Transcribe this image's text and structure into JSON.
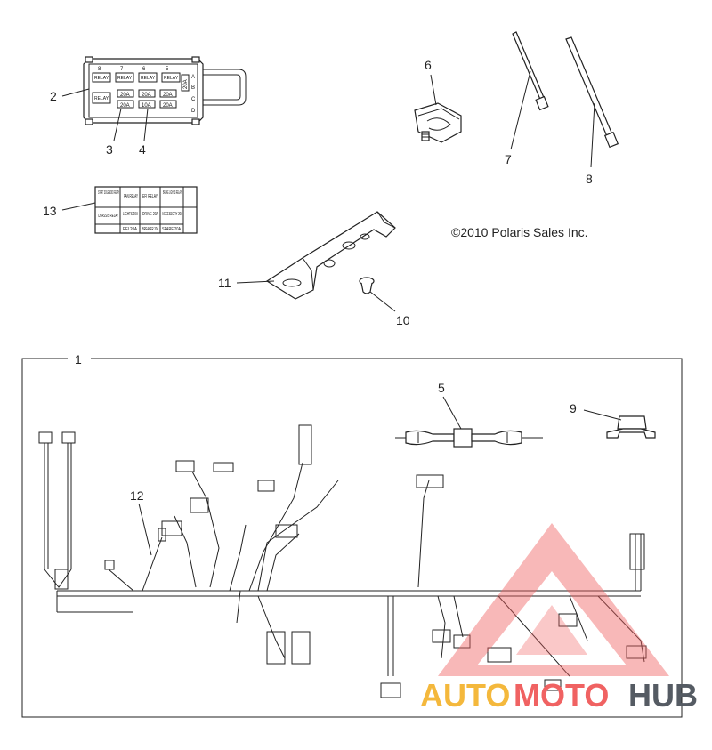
{
  "callouts": {
    "c1": "1",
    "c2": "2",
    "c3": "3",
    "c4": "4",
    "c5": "5",
    "c6": "6",
    "c7": "7",
    "c8": "8",
    "c9": "9",
    "c10": "10",
    "c11": "11",
    "c12": "12",
    "c13": "13"
  },
  "copyright": "©2010 Polaris Sales Inc.",
  "fuse_box": {
    "column_numbers": [
      "8",
      "7",
      "6",
      "5"
    ],
    "row_letters": [
      "A",
      "B",
      "C",
      "D"
    ],
    "relay_label": "RELAY",
    "fuse_labels": [
      "20A",
      "20A",
      "20A",
      "20A",
      "10A",
      "20A",
      "20A"
    ]
  },
  "decal": {
    "cells": [
      "START SOLENOID RELAY",
      "FAN RELAY",
      "EFI RELAY",
      "BRAKE LIGHTS RELAY",
      "CHASSIS RELAY",
      "LIGHTS 20A",
      "DRIVE 20A",
      "ACCESSORY 20A",
      "EFI 20A",
      "BREAKER 20A",
      "SPARE 20A"
    ]
  },
  "watermark": {
    "auto": "AUTO",
    "moto": "MOTO",
    "hub": "HUB",
    "colors": {
      "auto": "#f4b83c",
      "moto": "#f06262",
      "hub": "#555b63",
      "triangle": "#f06262"
    }
  }
}
